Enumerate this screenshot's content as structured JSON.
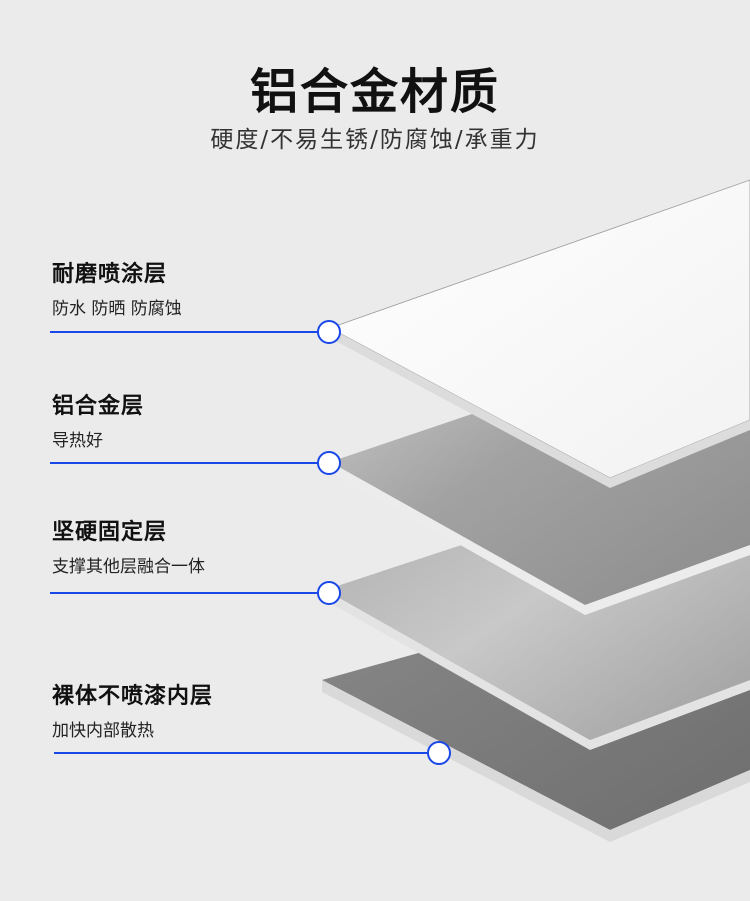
{
  "header": {
    "title": "铝合金材质",
    "subtitle": "硬度/不易生锈/防腐蚀/承重力"
  },
  "layers": [
    {
      "title": "耐磨喷涂层",
      "desc": "防水 防晒 防腐蚀"
    },
    {
      "title": "铝合金层",
      "desc": "导热好"
    },
    {
      "title": "坚硬固定层",
      "desc": "支撑其他层融合一体"
    },
    {
      "title": "裸体不喷漆内层",
      "desc": "加快内部散热"
    }
  ],
  "colors": {
    "accent": "#1a47e8",
    "background": "#ebebeb"
  }
}
